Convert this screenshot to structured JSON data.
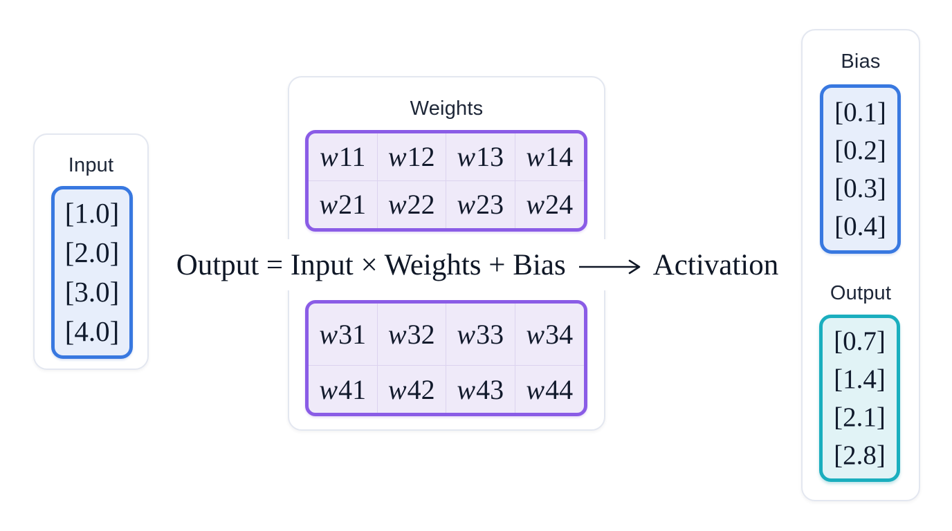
{
  "colors": {
    "accent_blue": "#3878e0",
    "accent_purple": "#8a5ce6",
    "accent_teal": "#1aaebe",
    "fill_blue": "#e7eefb",
    "fill_purple": "#efeaf9",
    "fill_teal": "#e1f3f6",
    "panel_border": "#e3e7f0",
    "text_dark": "#101a2c"
  },
  "input_panel": {
    "title": "Input",
    "values": [
      "[1.0]",
      "[2.0]",
      "[3.0]",
      "[4.0]"
    ]
  },
  "weights_panel": {
    "title": "Weights",
    "matrix_top": [
      [
        "w11",
        "w12",
        "w13",
        "w14"
      ],
      [
        "w21",
        "w22",
        "w23",
        "w24"
      ]
    ],
    "matrix_bottom": [
      [
        "w31",
        "w32",
        "w33",
        "w34"
      ],
      [
        "w41",
        "w42",
        "w43",
        "w44"
      ]
    ]
  },
  "equation": {
    "left": "Output = Input × Weights + Bias",
    "arrow_icon": "long-right-arrow",
    "right": "Activation"
  },
  "right_panel": {
    "bias": {
      "title": "Bias",
      "values": [
        "[0.1]",
        "[0.2]",
        "[0.3]",
        "[0.4]"
      ]
    },
    "output": {
      "title": "Output",
      "values": [
        "[0.7]",
        "[1.4]",
        "[2.1]",
        "[2.8]"
      ]
    }
  }
}
